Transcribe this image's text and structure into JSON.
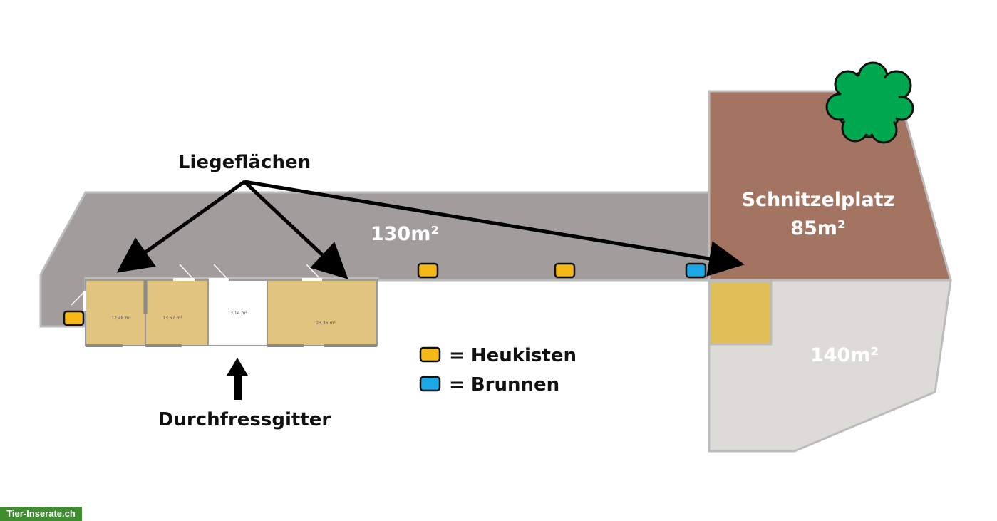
{
  "labels": {
    "liegeflaechen": "Liegeflächen",
    "durchfressgitter": "Durchfressgitter",
    "area_main": "130m²",
    "area_schnitzel_name": "Schnitzelplatz",
    "area_schnitzel_size": "85m²",
    "area_lower": "140m²"
  },
  "rooms": [
    {
      "id": "room-1",
      "area": "12,48 m²"
    },
    {
      "id": "room-2",
      "area": "13,57 m²"
    },
    {
      "id": "room-3",
      "area": "13,14 m²"
    },
    {
      "id": "room-4",
      "area": "23,36 m²"
    }
  ],
  "legend": [
    {
      "label": "= Heukisten",
      "color": "#f5b817"
    },
    {
      "label": "= Brunnen",
      "color": "#1aa8e6"
    }
  ],
  "colors": {
    "paddock": "#a29c9c",
    "schnitzelplatz": "#a47462",
    "lower_area": "#dcdbd8",
    "stall": "#e2c481",
    "hay": "#f5b817",
    "water": "#1aa8e6",
    "tree": "#00a94f"
  },
  "watermark": "Tier-Inserate.ch"
}
